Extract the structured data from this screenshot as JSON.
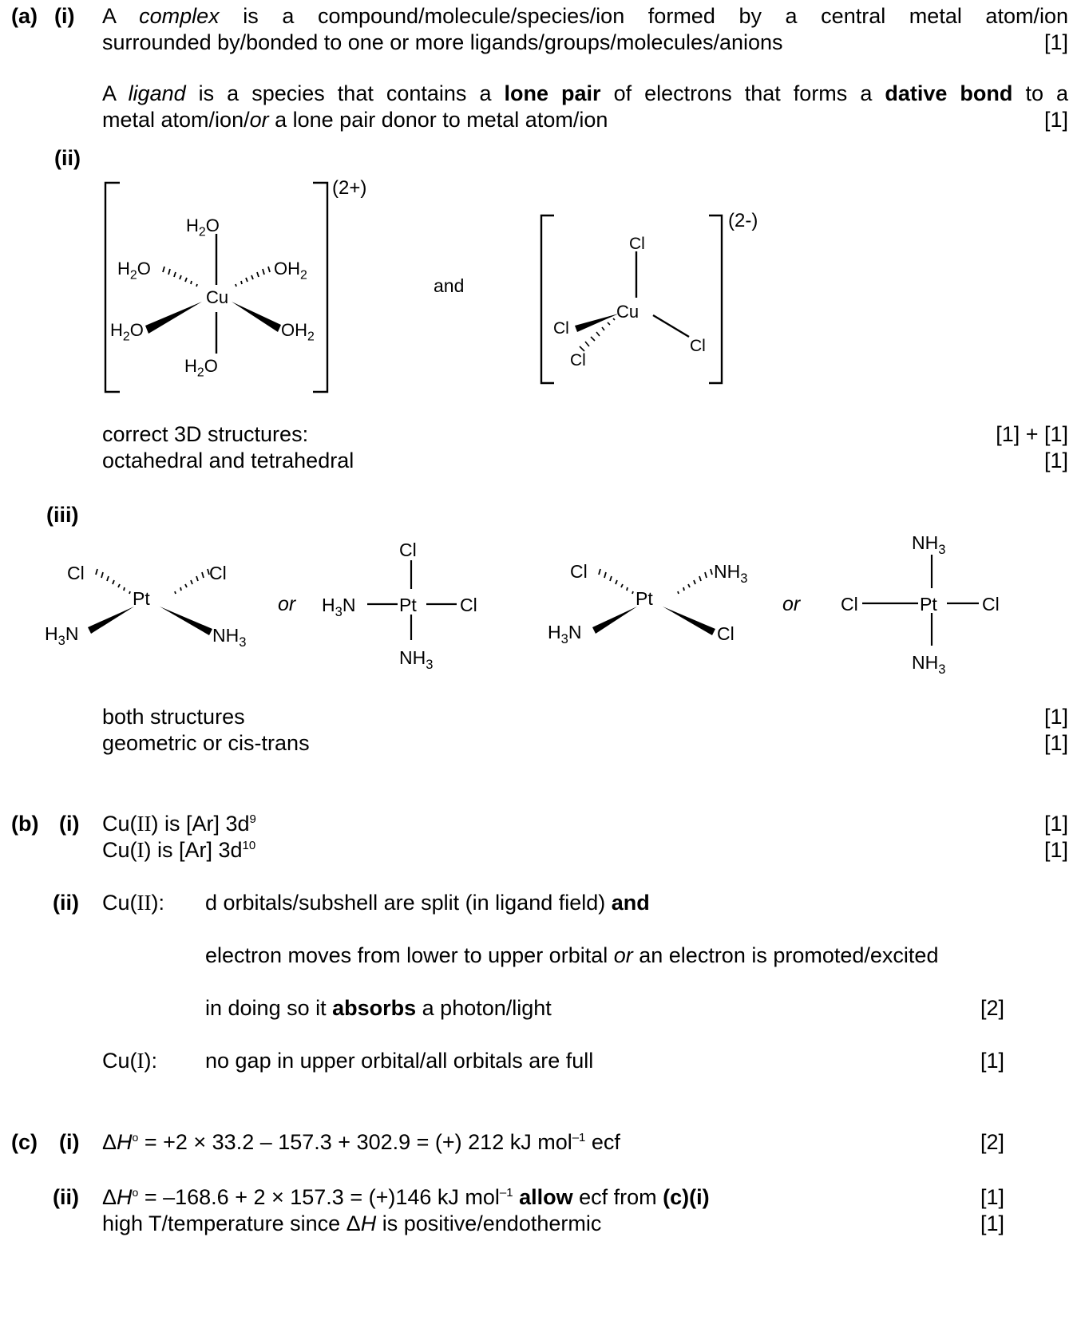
{
  "a": {
    "label": "(a)",
    "i": {
      "label": "(i)",
      "complex_term": "complex",
      "complex_line1_rest": " is a compound/molecule/species/ion formed by a central metal atom/ion",
      "complex_line2": "surrounded by/bonded to one or more ligands/groups/molecules/anions",
      "complex_mark": "[1]",
      "ligand_p1": "A ",
      "ligand_term": "ligand",
      "ligand_p2": " is a species that contains a ",
      "ligand_b1": "lone pair",
      "ligand_p3": " of electrons that forms a ",
      "ligand_b2": "dative bond",
      "ligand_p4": " to a",
      "ligand_line2_a": "metal atom/ion/",
      "ligand_line2_or": "or",
      "ligand_line2_b": " a lone pair donor to metal atom/ion",
      "ligand_mark": "[1]",
      "article": "A "
    },
    "ii": {
      "label": "(ii)",
      "and_text": "and",
      "octa": {
        "charge": "(2+)",
        "center": "Cu",
        "top": "H2O",
        "bottom": "H2O",
        "ul": "H2O",
        "ur": "OH2",
        "ll": "H2O",
        "lr": "OH2"
      },
      "tetra": {
        "charge": "(2-)",
        "center": "Cu",
        "top": "Cl",
        "left": "Cl",
        "lower_left": "Cl",
        "right": "Cl"
      },
      "line1": "correct 3D structures:",
      "mark1": "[1] + [1]",
      "line2": "octahedral and tetrahedral",
      "mark2": "[1]"
    },
    "iii": {
      "label": "(iii)",
      "or_text": "or",
      "cis_wedge": {
        "center": "Pt",
        "ul": "Cl",
        "ur": "Cl",
        "ll": "H3N",
        "lr": "NH3"
      },
      "cis_flat": {
        "center": "Pt",
        "top": "Cl",
        "left": "H3N",
        "right": "Cl",
        "bottom": "NH3"
      },
      "trans_wedge": {
        "center": "Pt",
        "ul": "Cl",
        "ur": "NH3",
        "ll": "H3N",
        "lr": "Cl"
      },
      "trans_flat": {
        "center": "Pt",
        "top": "NH3",
        "left": "Cl",
        "right": "Cl",
        "bottom": "NH3"
      },
      "line1": "both structures",
      "mark1": "[1]",
      "line2": "geometric or cis-trans",
      "mark2": "[1]"
    }
  },
  "b": {
    "label": "(b)",
    "i": {
      "label": "(i)",
      "cu2_a": "Cu(",
      "cu2_ox": "II",
      "cu2_b": ") is [Ar] 3d",
      "cu2_sup": "9",
      "mark1": "[1]",
      "cu1_a": "Cu(",
      "cu1_ox": "I",
      "cu1_b": ") is [Ar] 3d",
      "cu1_sup": "10",
      "mark2": "[1]"
    },
    "ii": {
      "label": "(ii)",
      "cu2_label_a": "Cu(",
      "cu2_label_ox": "II",
      "cu2_label_b": "):",
      "line1": "d orbitals/subshell are split (in ligand field) ",
      "line1_bold": "and",
      "line2_a": "electron moves from lower to upper orbital ",
      "line2_or": "or",
      "line2_b": " an electron is promoted/excited",
      "line3_a": "in doing so it ",
      "line3_bold": "absorbs",
      "line3_b": " a photon/light",
      "mark1": "[2]",
      "cu1_label_a": "Cu(",
      "cu1_label_ox": "I",
      "cu1_label_b": "):",
      "line4": "no gap in upper orbital/all orbitals are full",
      "mark2": "[1]"
    }
  },
  "c": {
    "label": "(c)",
    "i": {
      "label": "(i)",
      "delta": "Δ",
      "H": "H",
      "std": "o",
      "eq": " = +2 × 33.2 – 157.3 + 302.9 = (+) 212 kJ mol",
      "sup": "–1",
      "tail": " ecf",
      "mark": "[2]"
    },
    "ii": {
      "label": "(ii)",
      "delta": "Δ",
      "H": "H",
      "std": "o",
      "eq": " = –168.6 + 2 × 157.3 = (+)146 kJ mol",
      "sup": "–1",
      "sp": " ",
      "allow": "allow",
      "tail": " ecf  from ",
      "ref": "(c)(i)",
      "mark1": "[1]",
      "line2_a": "high T/temperature since ",
      "line2_delta": "Δ",
      "line2_H": "H",
      "line2_b": " is positive/endothermic",
      "mark2": "[1]"
    }
  }
}
